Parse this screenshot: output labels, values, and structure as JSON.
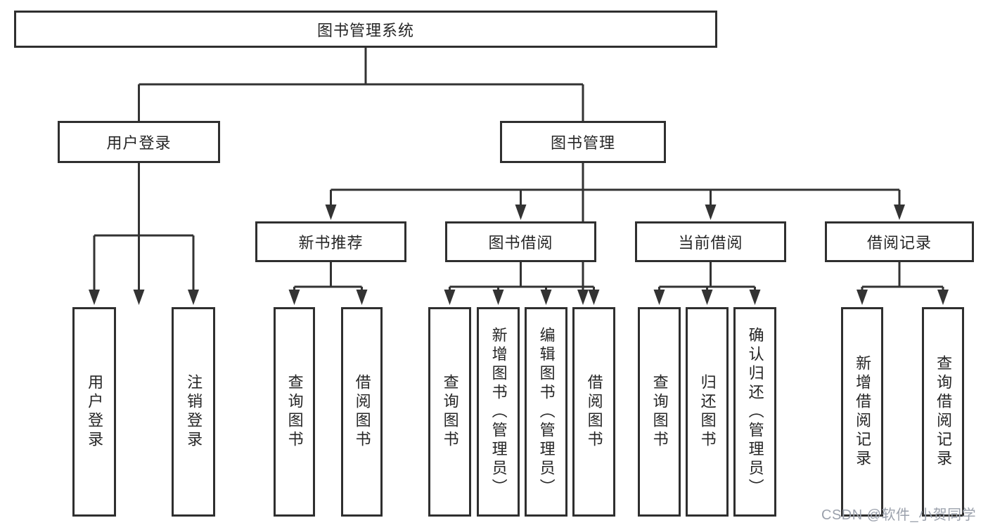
{
  "diagram": {
    "root": {
      "label": "图书管理系统"
    },
    "level2": [
      {
        "label": "用户登录"
      },
      {
        "label": "图书管理"
      }
    ],
    "level3": [
      {
        "label": "新书推荐"
      },
      {
        "label": "图书借阅"
      },
      {
        "label": "当前借阅"
      },
      {
        "label": "借阅记录"
      }
    ],
    "leaves": {
      "user_login": [
        {
          "label": "用户登录"
        },
        {
          "label": "注销登录"
        }
      ],
      "new_book_recommendation": [
        {
          "label": "查询图书"
        },
        {
          "label": "借阅图书"
        }
      ],
      "book_borrowing": [
        {
          "label": "查询图书"
        },
        {
          "label": "新增图书（管理员）"
        },
        {
          "label": "编辑图书（管理员）"
        },
        {
          "label": "借阅图书"
        }
      ],
      "current_borrowing": [
        {
          "label": "查询图书"
        },
        {
          "label": "归还图书"
        },
        {
          "label": "确认归还（管理员）"
        }
      ],
      "borrowing_records": [
        {
          "label": "新增借阅记录"
        },
        {
          "label": "查询借阅记录"
        }
      ]
    },
    "watermark": "CSDN @软件_小贺同学",
    "colors": {
      "line": "#333333",
      "border": "#2f2f2f",
      "text": "#262626",
      "watermark": "#9ba1ac",
      "bg": "#ffffff"
    }
  }
}
